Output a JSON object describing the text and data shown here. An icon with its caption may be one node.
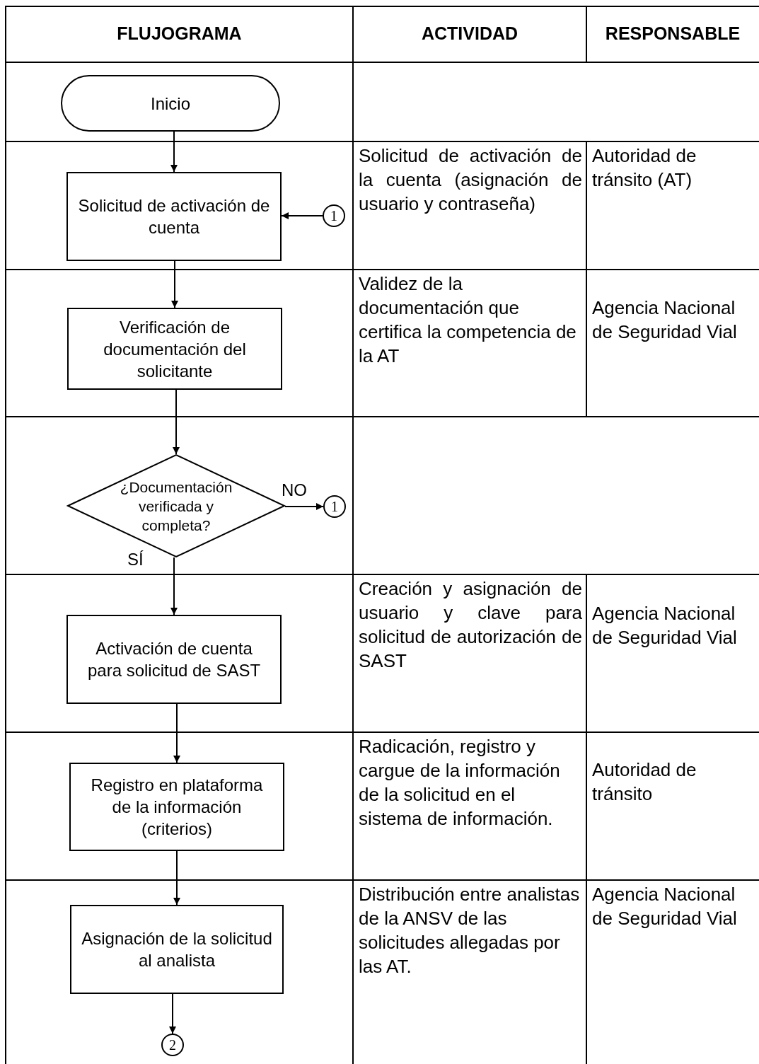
{
  "diagram": {
    "nodes": [
      {
        "text": [
          "Inicio"
        ]
      },
      {
        "text": [
          "Solicitud de activación de cuenta"
        ]
      },
      {
        "text": [
          "1"
        ]
      },
      {
        "text": [
          "Verificación de documentación del solicitante"
        ]
      },
      {
        "text": [
          "¿Documentación verificada y completa?"
        ]
      },
      {
        "text": [
          "1"
        ]
      },
      {
        "text": [
          "Activación de cuenta para solicitud de SAST"
        ]
      },
      {
        "text": [
          "Registro en plataforma de la información (criterios)"
        ]
      },
      {
        "text": [
          "Asignación de la solicitud al analista"
        ]
      },
      {
        "text": [
          "2"
        ]
      }
    ],
    "edges": [
      {
        "from": 0,
        "to": 1,
        "arrow": "to"
      },
      {
        "from": 2,
        "to": 1,
        "arrow": "to"
      },
      {
        "from": 1,
        "to": 3,
        "arrow": "to"
      },
      {
        "from": 3,
        "to": 4,
        "arrow": "to"
      },
      {
        "from": 4,
        "to": 5,
        "arrow": "to",
        "label": "NO"
      },
      {
        "from": 4,
        "to": 6,
        "arrow": "to",
        "label": "SÍ"
      },
      {
        "from": 6,
        "to": 7,
        "arrow": "to"
      },
      {
        "from": 7,
        "to": 8,
        "arrow": "to"
      },
      {
        "from": 8,
        "to": 9,
        "arrow": "to"
      }
    ],
    "labels": [
      "FLUJOGRAMA",
      "ACTIVIDAD",
      "RESPONSABLE",
      "Solicitud de activación de la cuenta (asignación de usuario y contraseña)",
      "Autoridad de tránsito (AT)",
      "Validez de la documentación que certifica la competencia de la AT",
      "Agencia Nacional de Seguridad Vial",
      "Creación y asignación de usuario y clave para solicitud de autorización de SAST",
      "Agencia Nacional de Seguridad Vial",
      "Radicación, registro y cargue de la información de la solicitud en el sistema de información.",
      "Autoridad de tránsito",
      "Distribución entre analistas de la ANSV de las solicitudes allegadas por las AT.",
      "Agencia Nacional de Seguridad Vial"
    ]
  }
}
